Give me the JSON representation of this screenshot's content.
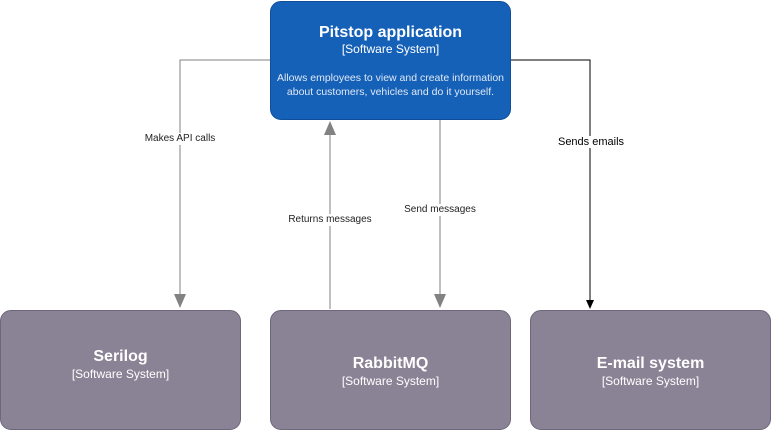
{
  "nodes": {
    "pitstop": {
      "title": "Pitstop application",
      "type": "[Software System]",
      "description": "Allows employees to view and create information about customers, vehicles and do it yourself."
    },
    "serilog": {
      "title": "Serilog",
      "type": "[Software System]"
    },
    "rabbitmq": {
      "title": "RabbitMQ",
      "type": "[Software System]"
    },
    "email": {
      "title": "E-mail system",
      "type": "[Software System]"
    }
  },
  "edges": {
    "api_calls": "Makes API calls",
    "returns_messages": "Returns messages",
    "send_messages": "Send messages",
    "sends_emails": "Sends emails"
  },
  "colors": {
    "main_system": "#1661b8",
    "external_system": "#8a8295",
    "connector_gray": "#828282",
    "connector_black": "#000000"
  }
}
